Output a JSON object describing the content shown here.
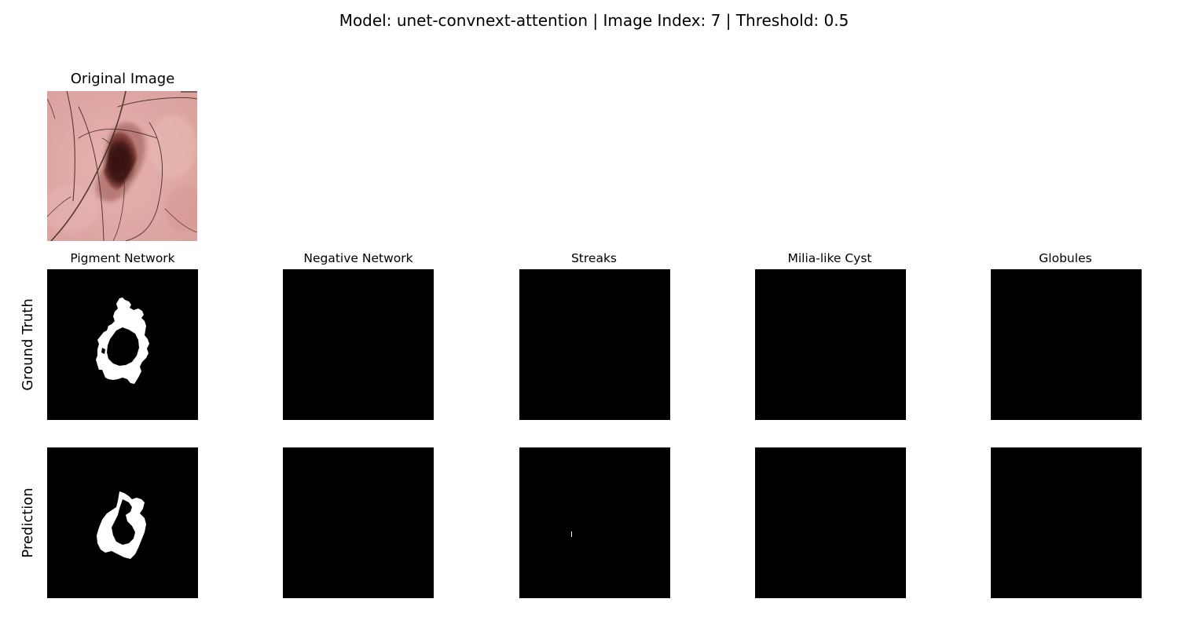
{
  "figure": {
    "title": "Model: unet-convnext-attention | Image Index: 7 | Threshold: 0.5"
  },
  "original": {
    "title": "Original Image"
  },
  "rows": {
    "ground_truth": "Ground Truth",
    "prediction": "Prediction"
  },
  "columns": [
    {
      "label": "Pigment Network"
    },
    {
      "label": "Negative Network"
    },
    {
      "label": "Streaks"
    },
    {
      "label": "Milia-like Cyst"
    },
    {
      "label": "Globules"
    }
  ],
  "colors": {
    "mask_background": "#000000",
    "mask_foreground": "#ffffff",
    "skin": "#e2a8a6",
    "lesion": "#4a1b18"
  }
}
